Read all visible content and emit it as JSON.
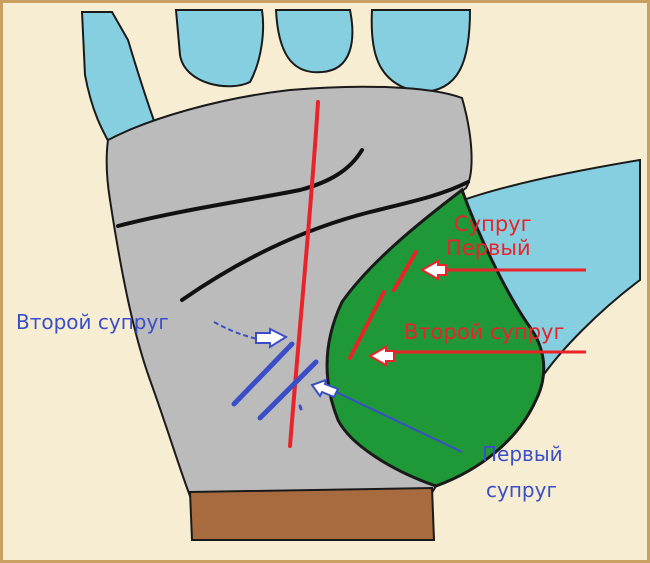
{
  "labels": {
    "spouse": "Супруг",
    "first": "Первый",
    "second_spouse_red": "Второй супруг",
    "second_spouse_blue": "Второй супруг",
    "first_spouse_blue_line1": "Первый",
    "first_spouse_blue_line2": "супруг"
  },
  "colors": {
    "frame": "#c9a060",
    "background": "#f7edd2",
    "skin": "#bbbbbb",
    "fingers": "#86cfe0",
    "mount": "#1f9937",
    "wrist": "#a86b3f",
    "red": "#e8232a",
    "blue": "#3a4ec8"
  }
}
